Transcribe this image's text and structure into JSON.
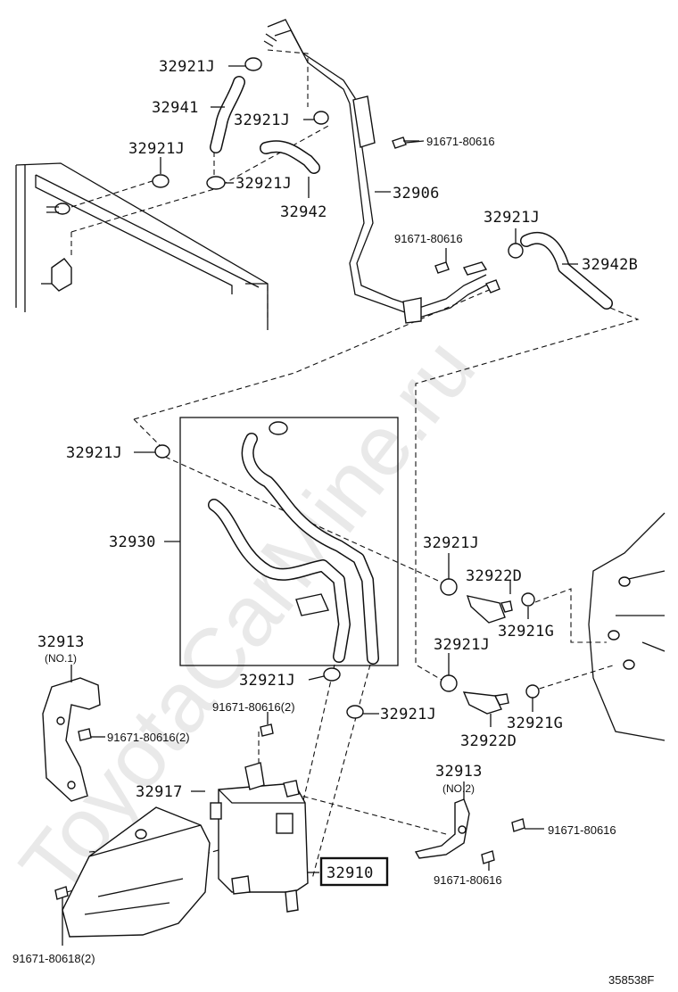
{
  "watermark": "ToyotaCarMine.ru",
  "diagram_code": "358538F",
  "highlighted_part": "32910",
  "labels": {
    "p32921J_a": "32921J",
    "p32941": "32941",
    "p32921J_b": "32921J",
    "p32921J_c": "32921J",
    "p32921J_d": "32921J",
    "p32942": "32942",
    "p91671_80616_a": "91671-80616",
    "p32906": "32906",
    "p91671_80616_b": "91671-80616",
    "p32921J_e": "32921J",
    "p32942B": "32942B",
    "p32921J_f": "32921J",
    "p32930": "32930",
    "p32921J_g": "32921J",
    "p32922D_a": "32922D",
    "p32921G_a": "32921G",
    "p32921J_h": "32921J",
    "p32913_a": "32913",
    "p32913_a_sub": "(NO.1)",
    "p32921J_i": "32921J",
    "p91671_80616_2_a": "91671-80616(2)",
    "p32921J_j": "32921J",
    "p32921G_b": "32921G",
    "p91671_80616_2_b": "91671-80616(2)",
    "p32922D_b": "32922D",
    "p32913_b": "32913",
    "p32913_b_sub": "(NO.2)",
    "p32917": "32917",
    "p91671_80616_c": "91671-80616",
    "p32910": "32910",
    "p91671_80616_d": "91671-80616",
    "p91671_80618_2": "91671-80618(2)"
  }
}
